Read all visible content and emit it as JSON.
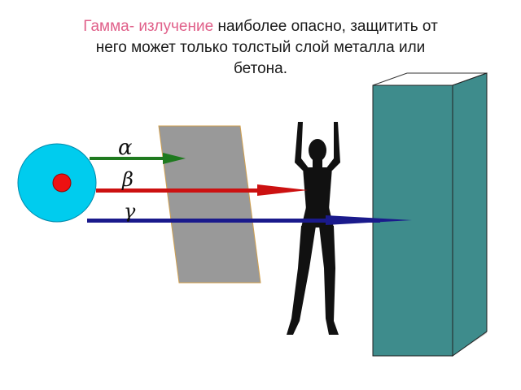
{
  "caption": {
    "highlight": "Гамма- излучение",
    "text_line1_rest": " наиболее опасно, защитить от",
    "text_line2": "него может только толстый слой металла или",
    "text_line3": "бетона."
  },
  "rays": {
    "alpha": {
      "symbol": "α",
      "color": "#1f7a1f"
    },
    "beta": {
      "symbol": "β",
      "color": "#cc1111"
    },
    "gamma": {
      "symbol": "γ",
      "color": "#1a1a8c"
    }
  },
  "colors": {
    "source_outer": "#00ccee",
    "source_core": "#ee1111",
    "paper_sheet": "#999999",
    "silhouette": "#111111",
    "concrete_wall": "#3e8c8c"
  }
}
